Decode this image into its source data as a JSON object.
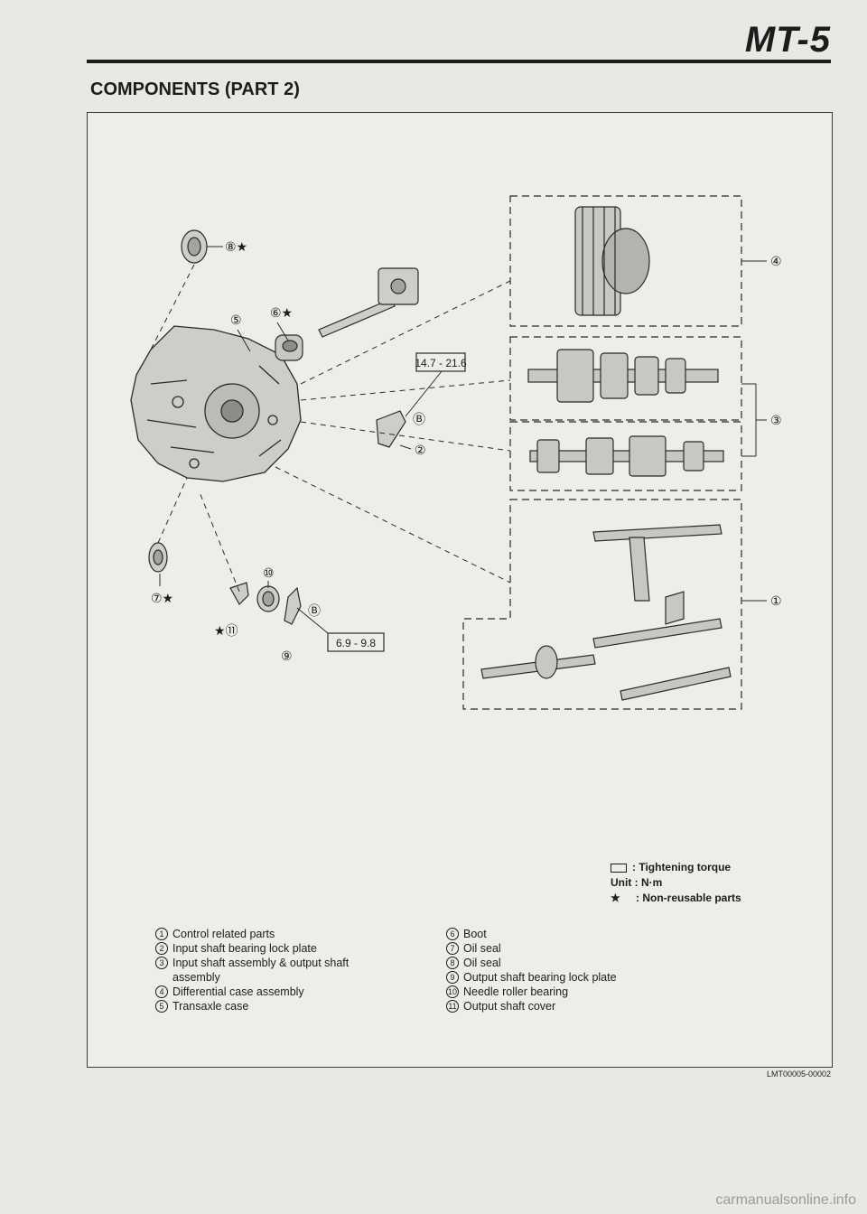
{
  "header": {
    "page_number": "MT-5",
    "title": "COMPONENTS (PART 2)"
  },
  "torque_values": {
    "upper": "14.7 - 21.6",
    "lower": "6.9 - 9.8"
  },
  "callouts": {
    "c1": "①",
    "c2": "②",
    "c3": "③",
    "c4": "④",
    "c5": "⑤",
    "c6": "⑥★",
    "c7": "⑦★",
    "c8": "⑧★",
    "c9": "⑨",
    "c10": "⑩",
    "c11": "★⑪",
    "bolt_b": "Ⓑ"
  },
  "legend": {
    "tightening_torque": ": Tightening torque",
    "unit": "Unit : N·m",
    "non_reusable_symbol": "★",
    "non_reusable": ": Non-reusable parts"
  },
  "parts_list": [
    {
      "num": "1",
      "label": "Control related parts"
    },
    {
      "num": "2",
      "label": "Input shaft bearing lock plate"
    },
    {
      "num": "3",
      "label": "Input shaft assembly & output shaft",
      "cont": "assembly"
    },
    {
      "num": "4",
      "label": "Differential case assembly"
    },
    {
      "num": "5",
      "label": "Transaxle case"
    },
    {
      "num": "6",
      "label": "Boot"
    },
    {
      "num": "7",
      "label": "Oil seal"
    },
    {
      "num": "8",
      "label": "Oil seal"
    },
    {
      "num": "9",
      "label": "Output shaft bearing lock plate"
    },
    {
      "num": "10",
      "label": "Needle roller bearing"
    },
    {
      "num": "11",
      "label": "Output shaft cover"
    }
  ],
  "footer": {
    "figure_code": "LMT00005-00002",
    "watermark": "carmanualsonline.info"
  }
}
